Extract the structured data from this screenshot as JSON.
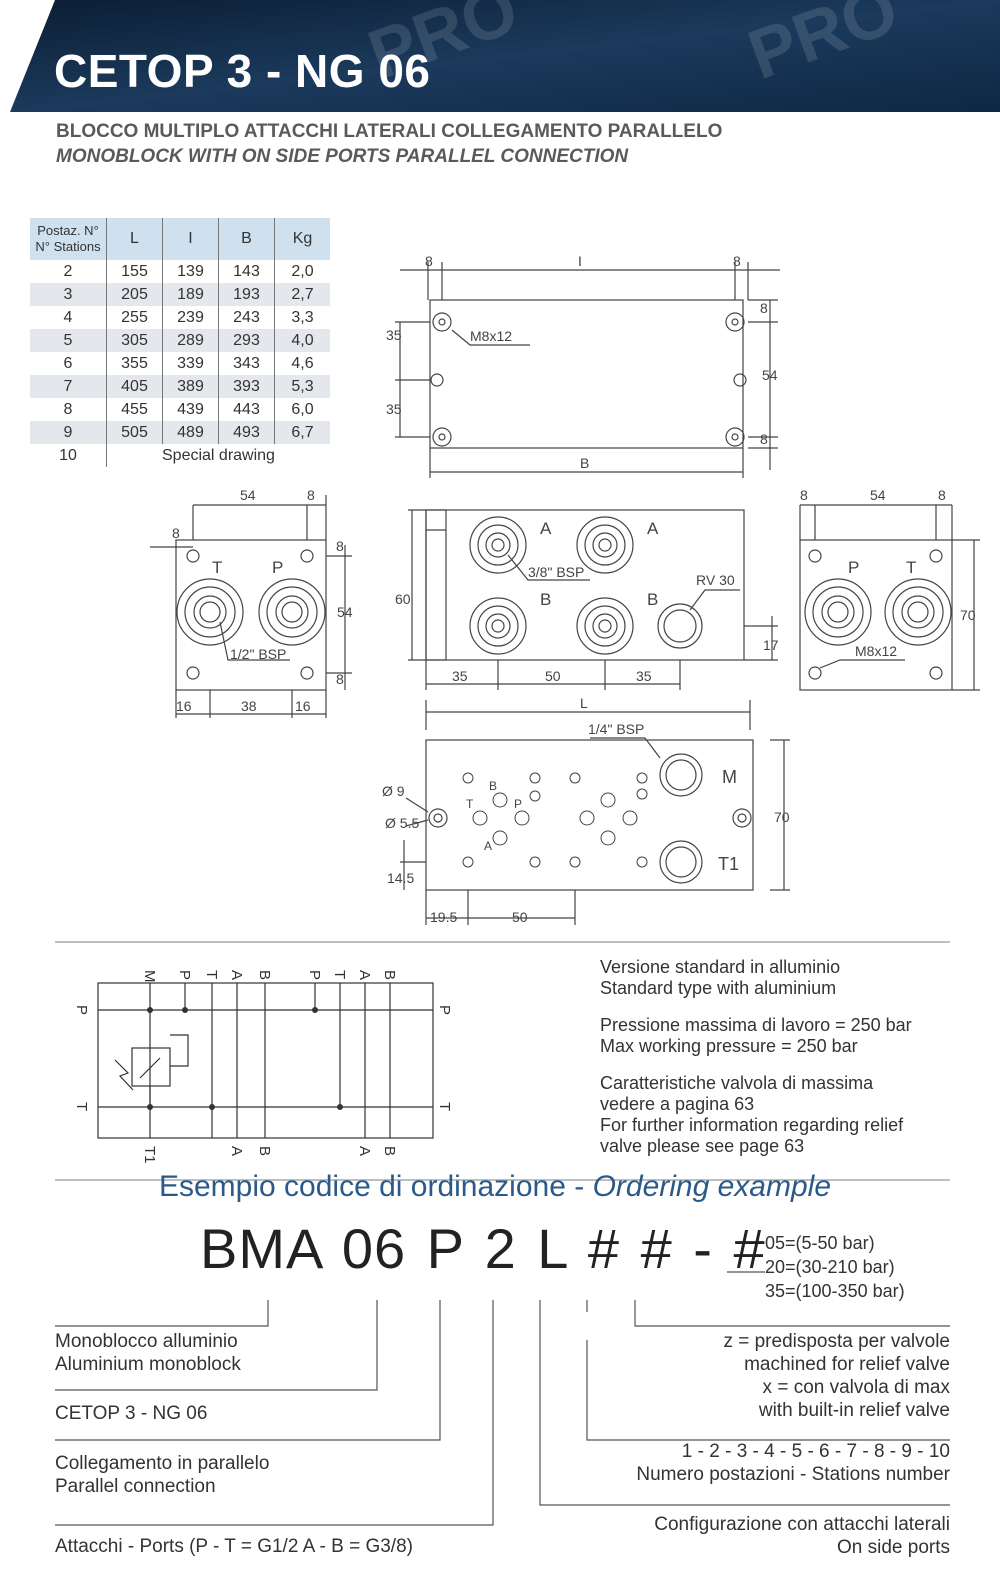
{
  "header": {
    "title": "CETOP 3 - NG 06",
    "subtitle_it": "BLOCCO MULTIPLO ATTACCHI LATERALI COLLEGAMENTO PARALLELO",
    "subtitle_en": "MONOBLOCK WITH ON SIDE PORTS PARALLEL CONNECTION",
    "watermark": "PRO"
  },
  "colors": {
    "banner": "#0f2540",
    "ordering_title": "#2b5a8a",
    "table_header": "#cfe0ef"
  },
  "table": {
    "head_line1": "Postaz. N°",
    "head_line2": "N° Stations",
    "columns": [
      "L",
      "I",
      "B",
      "Kg"
    ],
    "rows": [
      [
        "2",
        "155",
        "139",
        "143",
        "2,0"
      ],
      [
        "3",
        "205",
        "189",
        "193",
        "2,7"
      ],
      [
        "4",
        "255",
        "239",
        "243",
        "3,3"
      ],
      [
        "5",
        "305",
        "289",
        "293",
        "4,0"
      ],
      [
        "6",
        "355",
        "339",
        "343",
        "4,6"
      ],
      [
        "7",
        "405",
        "389",
        "393",
        "5,3"
      ],
      [
        "8",
        "455",
        "439",
        "443",
        "6,0"
      ],
      [
        "9",
        "505",
        "489",
        "493",
        "6,7"
      ]
    ],
    "last_station": "10",
    "last_note": "Special drawing"
  },
  "drawing_top": {
    "l": "I",
    "d8": "8",
    "d35": "35",
    "d54": "54",
    "b": "B",
    "m8x12": "M8x12"
  },
  "drawing_left": {
    "d54": "54",
    "d8": "8",
    "t": "T",
    "p": "P",
    "half_bsp": "1/2\" BSP",
    "d16": "16",
    "d38": "38"
  },
  "drawing_front": {
    "a": "A",
    "b": "B",
    "bsp38": "3/8\" BSP",
    "rv30": "RV 30",
    "d60": "60",
    "d35": "35",
    "d50": "50",
    "d17": "17",
    "l": "L"
  },
  "drawing_right": {
    "d8": "8",
    "d54": "54",
    "p": "P",
    "t": "T",
    "d70": "70",
    "m8x12": "M8x12"
  },
  "drawing_bottom": {
    "bsp14": "1/4\" BSP",
    "m": "M",
    "t1": "T1",
    "d9": "Ø 9",
    "d55": "Ø 5.5",
    "d70": "70",
    "d145": "14.5",
    "d195": "19.5",
    "d50": "50",
    "a": "A",
    "b": "B",
    "t": "T",
    "p": "P"
  },
  "schematic": {
    "top_ports": [
      "M",
      "P",
      "T",
      "A",
      "B",
      "P",
      "T",
      "A",
      "B"
    ],
    "bottom_ports": [
      "T1",
      "A",
      "B",
      "A",
      "B"
    ],
    "p": "P",
    "t": "T"
  },
  "notes": {
    "n1_it": "Versione standard in alluminio",
    "n1_en": "Standard type with aluminium",
    "n2_it": "Pressione massima di lavoro = 250 bar",
    "n2_en": "Max working pressure = 250 bar",
    "n3_it1": "Caratteristiche valvola di massima",
    "n3_it2": "vedere a pagina 63",
    "n3_en1": "For further information regarding relief",
    "n3_en2": "valve please see page 63"
  },
  "ordering": {
    "title_it": "Esempio codice di ordinazione - ",
    "title_en": "Ordering example",
    "code": "BMA 06 P 2 L # # - #",
    "pressures": [
      "05=(5-50 bar)",
      "20=(30-210 bar)",
      "35=(100-350 bar)"
    ],
    "mono_it": "Monoblocco alluminio",
    "mono_en": "Aluminium monoblock",
    "cetop": "CETOP 3 - NG 06",
    "par_it": "Collegamento in parallelo",
    "par_en": "Parallel connection",
    "ports": "Attacchi - Ports (P - T = G1/2   A - B = G3/8)",
    "z1": "z = predisposta per valvole",
    "z2": "machined for relief valve",
    "x1": "x = con valvola di max",
    "x2": "with built-in relief valve",
    "st1": "1 - 2 - 3 - 4 - 5 - 6 - 7 - 8 - 9 - 10",
    "st2": "Numero postazioni - Stations number",
    "cf1": "Configurazione con attacchi laterali",
    "cf2": "On side ports"
  }
}
